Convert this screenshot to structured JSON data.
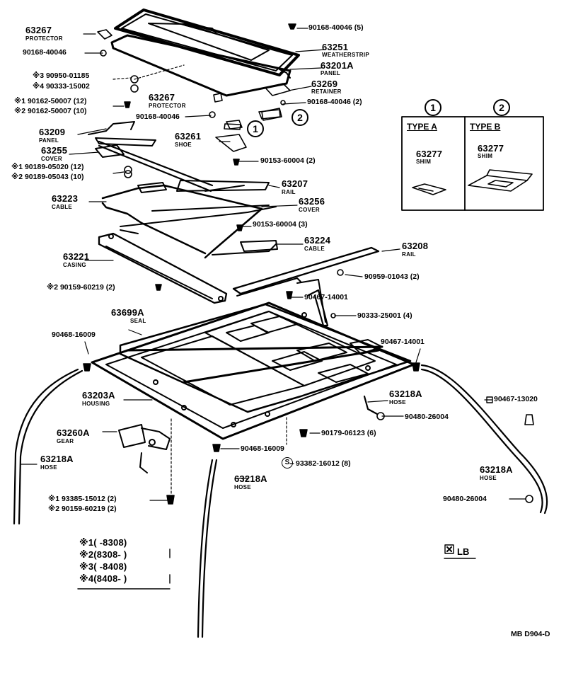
{
  "diagram": {
    "parts": [
      {
        "id": "p63267a",
        "number": "63267",
        "name": "PROTECTOR"
      },
      {
        "id": "p90168a",
        "number": "90168-40046"
      },
      {
        "id": "p90168b",
        "number": "90168-40046 (5)"
      },
      {
        "id": "p63251",
        "number": "63251",
        "name": "WEATHERSTRIP"
      },
      {
        "id": "p63201a",
        "number": "63201A",
        "name": "PANEL"
      },
      {
        "id": "p9095001185",
        "number": "※3 90950-01185"
      },
      {
        "id": "p9033315002",
        "number": "※4 90333-15002"
      },
      {
        "id": "p63269",
        "number": "63269",
        "name": "RETAINER"
      },
      {
        "id": "p63267b",
        "number": "63267",
        "name": "PROTECTOR"
      },
      {
        "id": "p9016250007a",
        "number": "※1 90162-50007 (12)"
      },
      {
        "id": "p9016250007b",
        "number": "※2 90162-50007 (10)"
      },
      {
        "id": "p90168c",
        "number": "90168-40046"
      },
      {
        "id": "p90168d",
        "number": "90168-40046 (2)"
      },
      {
        "id": "p63209",
        "number": "63209",
        "name": "PANEL"
      },
      {
        "id": "p63261",
        "number": "63261",
        "name": "SHOE"
      },
      {
        "id": "p63255",
        "number": "63255",
        "name": "COVER"
      },
      {
        "id": "p9018905020",
        "number": "※1 90189-05020 (12)"
      },
      {
        "id": "p9018905043",
        "number": "※2 90189-05043 (10)"
      },
      {
        "id": "p9015360004a",
        "number": "90153-60004 (2)"
      },
      {
        "id": "p63207",
        "number": "63207",
        "name": "RAIL"
      },
      {
        "id": "p63223",
        "number": "63223",
        "name": "CABLE"
      },
      {
        "id": "p63256",
        "number": "63256",
        "name": "COVER"
      },
      {
        "id": "p9015360004b",
        "number": "90153-60004 (3)"
      },
      {
        "id": "p63224",
        "number": "63224",
        "name": "CABLE"
      },
      {
        "id": "p63208",
        "number": "63208",
        "name": "RAIL"
      },
      {
        "id": "p63221",
        "number": "63221",
        "name": "CASING"
      },
      {
        "id": "p9095901043",
        "number": "90959-01043 (2)"
      },
      {
        "id": "p9015960219a",
        "number": "※2 90159-60219 (2)"
      },
      {
        "id": "p9046714001a",
        "number": "90467-14001"
      },
      {
        "id": "p9033325001",
        "number": "90333-25001 (4)"
      },
      {
        "id": "p63699a",
        "number": "63699A",
        "name": "SEAL"
      },
      {
        "id": "p9046816009a",
        "number": "90468-16009"
      },
      {
        "id": "p9046714001b",
        "number": "90467-14001"
      },
      {
        "id": "p63218a1",
        "number": "63218A",
        "name": "HOSE"
      },
      {
        "id": "p63203a",
        "number": "63203A",
        "name": "HOUSING"
      },
      {
        "id": "p9048026004a",
        "number": "90480-26004"
      },
      {
        "id": "p9046713020",
        "number": "90467-13020"
      },
      {
        "id": "p63260a",
        "number": "63260A",
        "name": "GEAR"
      },
      {
        "id": "p9017906123",
        "number": "90179-06123 (6)"
      },
      {
        "id": "p9046816009b",
        "number": "90468-16009"
      },
      {
        "id": "p63218a2",
        "number": "63218A",
        "name": "HOSE"
      },
      {
        "id": "p9338216012",
        "number": "93382-16012 (8)"
      },
      {
        "id": "p63218a3",
        "number": "63218A",
        "name": "HOSE"
      },
      {
        "id": "p63218a4",
        "number": "63218A",
        "name": "HOSE"
      },
      {
        "id": "p9338515012",
        "number": "※1 93385-15012 (2)"
      },
      {
        "id": "p9015960219b",
        "number": "※2 90159-60219 (2)"
      },
      {
        "id": "p9048026004b",
        "number": "90480-26004"
      }
    ],
    "circled_refs": [
      "1",
      "2"
    ],
    "shim_inset": {
      "columns": [
        {
          "ref": "1",
          "type": "TYPE A",
          "number": "63277",
          "name": "SHIM"
        },
        {
          "ref": "2",
          "type": "TYPE B",
          "number": "63277",
          "name": "SHIM"
        }
      ]
    },
    "footnotes": [
      {
        "mark": "※1",
        "range": "(        -8308)"
      },
      {
        "mark": "※2",
        "range": "(8308-        )"
      },
      {
        "mark": "※3",
        "range": "(        -8408)"
      },
      {
        "mark": "※4",
        "range": "(8408-        )"
      }
    ],
    "family_code": "LB",
    "drawing_code": "MB D904-D",
    "circle_s": "S",
    "square_mark": "□"
  }
}
